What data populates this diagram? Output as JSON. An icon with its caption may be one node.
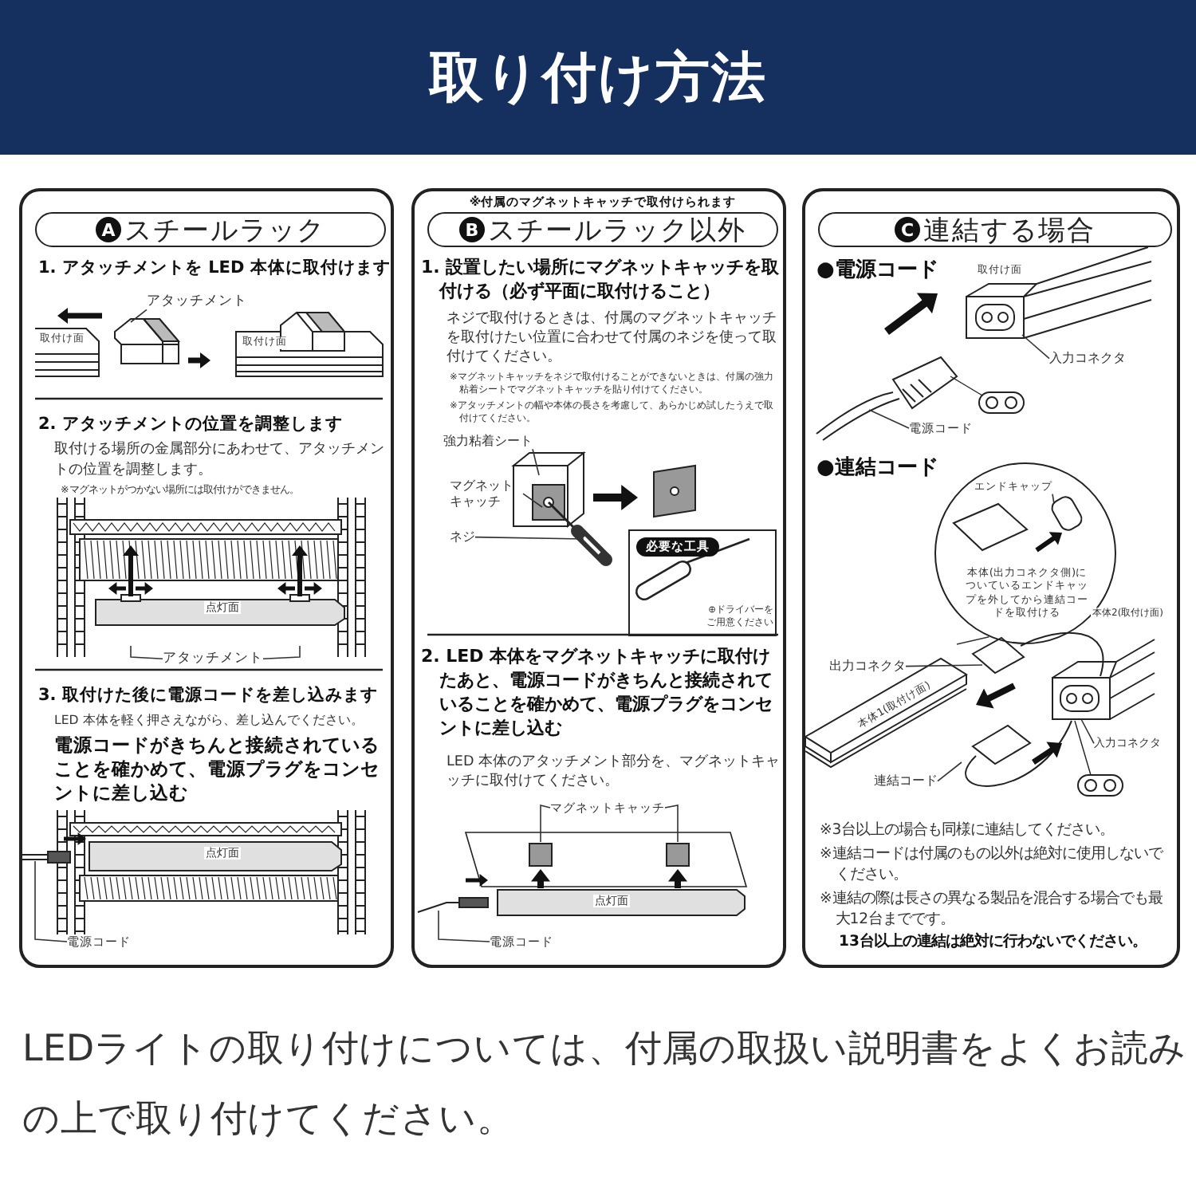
{
  "diagram": {
    "title": "取り付け方法",
    "caption": "LEDライトの取り付けについては、付属の取扱い説明書をよくお読みの上で取り付けてください。",
    "nodes": [
      {
        "text": [
          "A",
          "スチールラック",
          "1. アタッチメントを LED 本体に取付けます",
          "2. アタッチメントの位置を調整します",
          "取付ける場所の金属部分にあわせて、アタッチメントの位置を調整します。",
          "※マグネットがつかない場所には取付けができません。",
          "3. 取付けた後に電源コードを差し込みます",
          "LED 本体を軽く押さえながら、差し込んでください。",
          "電源コードがきちんと接続されていることを確かめて、電源プラグをコンセントに差し込む"
        ]
      },
      {
        "text": [
          "アタッチメント"
        ],
        "in": 0
      },
      {
        "text": [
          "アタッチメント"
        ],
        "in": 0
      },
      {
        "text": [
          "電源コード"
        ],
        "in": 0
      },
      {
        "text": [
          "※付属のマグネットキャッチで取付けられます",
          "B",
          "スチールラック以外",
          "1. 設置したい場所にマグネットキャッチを取付ける（必ず平面に取付けること）",
          "ネジで取付けるときは、付属のマグネットキャッチを取付けたい位置に合わせて付属のネジを使って取付けてください。",
          "※マグネットキャッチをネジで取付けることができないときは、付属の強力粘着シートでマグネットキャッチを貼り付けてください。",
          "※アタッチメントの幅や本体の長さを考慮して、あらかじめ試したうえで取付けてください。",
          "2. LED 本体をマグネットキャッチに取付けたあと、電源コードがきちんと接続されていることを確かめて、電源プラグをコンセントに差し込む",
          "LED 本体のアタッチメント部分を、マグネットキャッチに取付けてください。"
        ]
      },
      {
        "text": [
          "強力粘着シート"
        ],
        "in": 4
      },
      {
        "text": [
          "マグネットキャッチ"
        ],
        "in": 4
      },
      {
        "text": [
          "ネジ"
        ],
        "in": 4
      },
      {
        "text": [
          "必要な工具",
          "⊕ドライバーをご用意ください"
        ],
        "in": 4
      },
      {
        "text": [
          "マグネットキャッチ"
        ],
        "in": 4
      },
      {
        "text": [
          "電源コード"
        ],
        "in": 4
      },
      {
        "text": [
          "C",
          "連結する場合",
          "●電源コード",
          "●連結コード",
          "※3台以上の場合も同様に連結してください。",
          "※連結コードは付属のもの以外は絶対に使用しないでください。",
          "※連結の際は長さの異なる製品を混合する場合でも最大12台までです。",
          "13台以上の連結は絶対に行わないでください。"
        ]
      },
      {
        "text": [
          "入力コネクタ"
        ],
        "in": 11
      },
      {
        "text": [
          "電源コード"
        ],
        "in": 11
      },
      {
        "text": [
          "本体(出力コネクタ側)についているエンドキャップを外してから連結コードを取付ける"
        ],
        "in": 11
      },
      {
        "text": [
          "エンドキャップ"
        ],
        "in": 14
      },
      {
        "text": [
          "出力コネクタ"
        ],
        "in": 11
      },
      {
        "text": [
          "入力コネクタ"
        ],
        "in": 11
      },
      {
        "text": [
          "連結コード"
        ],
        "in": 11
      }
    ],
    "edges": [
      {
        "from": 1,
        "to": null,
        "arrow": "none"
      },
      {
        "from": 2,
        "to": null,
        "arrow": "none"
      },
      {
        "from": 2,
        "to": null,
        "arrow": "none"
      },
      {
        "from": 3,
        "to": null,
        "arrow": "none"
      },
      {
        "from": 5,
        "to": null,
        "arrow": "none"
      },
      {
        "from": 6,
        "to": null,
        "arrow": "none"
      },
      {
        "from": 7,
        "to": null,
        "arrow": "none"
      },
      {
        "from": 9,
        "to": null,
        "arrow": "none"
      },
      {
        "from": 9,
        "to": null,
        "arrow": "none"
      },
      {
        "from": 10,
        "to": null,
        "arrow": "none"
      },
      {
        "from": 12,
        "to": null,
        "arrow": "none"
      },
      {
        "from": 13,
        "to": null,
        "arrow": "none"
      },
      {
        "from": 14,
        "to": null,
        "arrow": "none"
      },
      {
        "from": 15,
        "to": null,
        "arrow": "none"
      },
      {
        "from": 16,
        "to": null,
        "arrow": "none"
      },
      {
        "from": 17,
        "to": null,
        "arrow": "none"
      },
      {
        "from": 18,
        "to": null,
        "arrow": "none"
      }
    ],
    "labels": [
      "取付け面",
      "取付け面",
      "点灯面",
      "点灯面",
      "点灯面",
      "取付け面",
      "本体1(取付け面)",
      "本体2(取付け面)"
    ]
  }
}
